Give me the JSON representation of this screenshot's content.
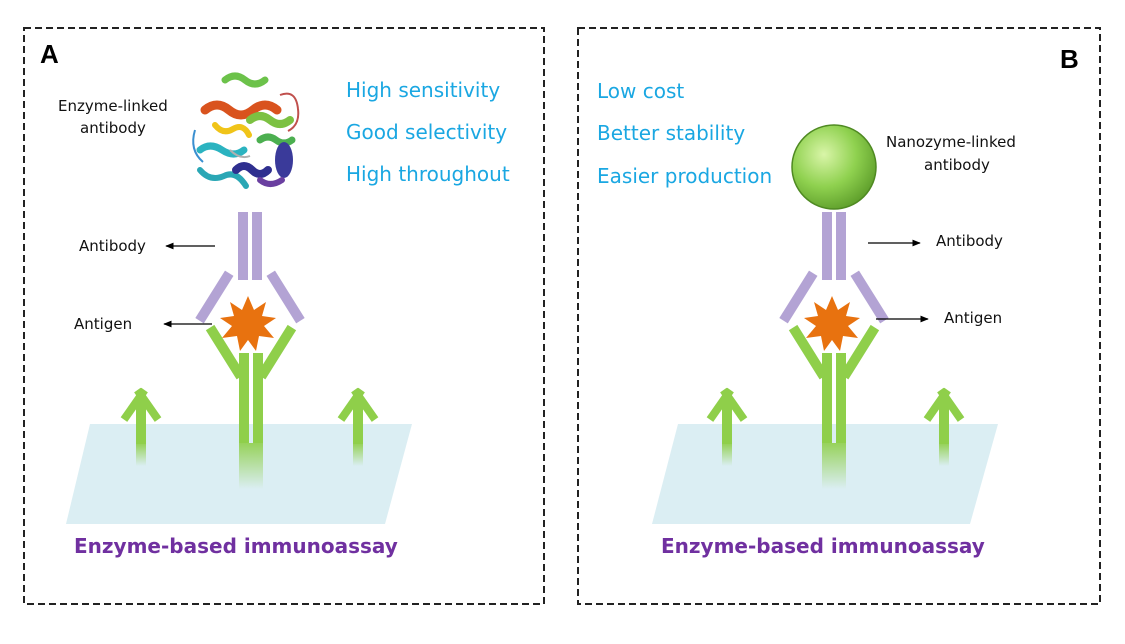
{
  "panel_a": {
    "letter": "A",
    "benefits": [
      "High sensitivity",
      "Good selectivity",
      "High throughout"
    ],
    "conjugate_label": [
      "Enzyme-linked",
      "antibody"
    ],
    "antibody_label": "Antibody",
    "antigen_label": "Antigen",
    "title": "Enzyme-based immunoassay"
  },
  "panel_b": {
    "letter": "B",
    "benefits": [
      "Low cost",
      "Better stability",
      "Easier production"
    ],
    "conjugate_label": [
      "Nanozyme-linked",
      "antibody"
    ],
    "antibody_label": "Antibody",
    "antigen_label": "Antigen",
    "title": "Enzyme-based immunoassay"
  },
  "colors": {
    "benefit_text": "#1aa7e2",
    "title_text": "#7030a0",
    "capture_antibody": "#8fcf4a",
    "detection_antibody": "#b3a3d4",
    "antigen": "#e8720f",
    "substrate": "#dbeef3",
    "nanozyme": "#8fd14f"
  },
  "icons": {
    "enzyme": "protein-ribbon-icon",
    "nanozyme": "green-sphere-icon",
    "antigen": "star-burst-icon"
  }
}
